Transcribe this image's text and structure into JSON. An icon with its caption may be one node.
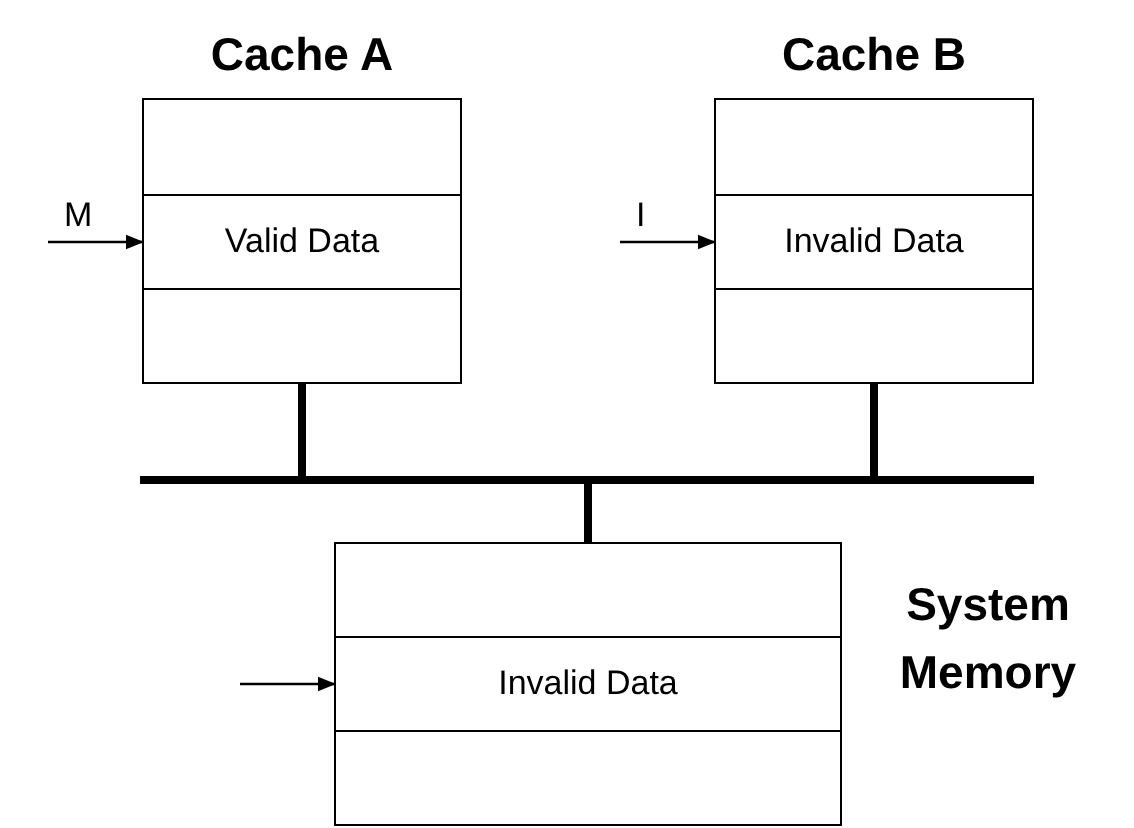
{
  "diagram": {
    "nodes": [
      {
        "text": [
          "Cache A"
        ]
      },
      {
        "text": [
          "Valid Data"
        ],
        "in": 0
      },
      {
        "text": [
          "Cache B"
        ]
      },
      {
        "text": [
          "Invalid Data"
        ],
        "in": 2
      },
      {
        "text": [],
        "shape": "bar"
      },
      {
        "text": [
          "System Memory"
        ]
      },
      {
        "text": [
          "Invalid Data"
        ],
        "in": 5
      }
    ],
    "edges": [
      {
        "from": null,
        "to": 1,
        "arrow": "to",
        "label": "M"
      },
      {
        "from": null,
        "to": 3,
        "arrow": "to",
        "label": "I"
      },
      {
        "from": 0,
        "to": 4,
        "arrow": "none",
        "style": "thick"
      },
      {
        "from": 2,
        "to": 4,
        "arrow": "none",
        "style": "thick"
      },
      {
        "from": 4,
        "to": 5,
        "arrow": "none",
        "style": "thick"
      },
      {
        "from": null,
        "to": 6,
        "arrow": "to"
      }
    ]
  }
}
